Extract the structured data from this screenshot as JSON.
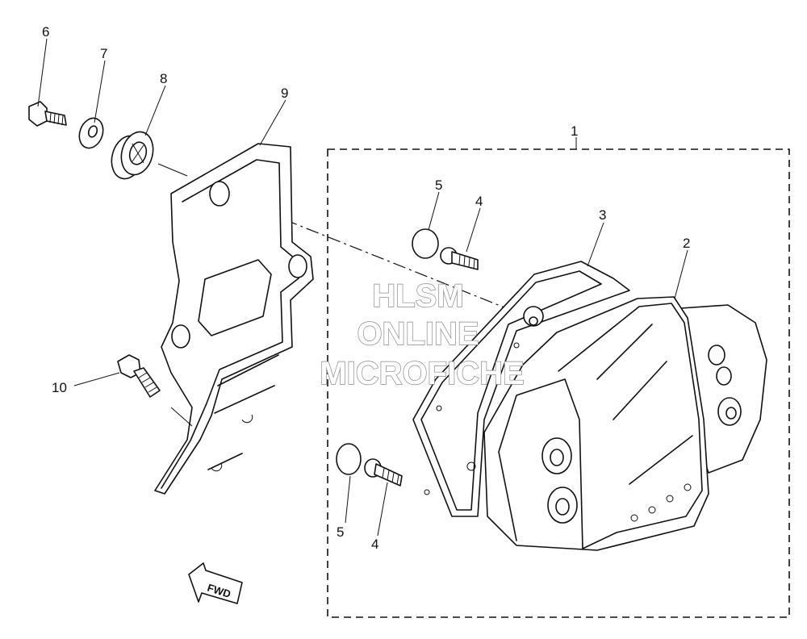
{
  "callouts": {
    "c1": "1",
    "c2": "2",
    "c3": "3",
    "c4a": "4",
    "c4b": "4",
    "c5a": "5",
    "c5b": "5",
    "c6": "6",
    "c7": "7",
    "c8": "8",
    "c9": "9",
    "c10": "10"
  },
  "direction_arrow": "FWD",
  "watermark": {
    "line1": "HLSM",
    "line2": "ONLINE",
    "line3": "MICROFICHE"
  }
}
